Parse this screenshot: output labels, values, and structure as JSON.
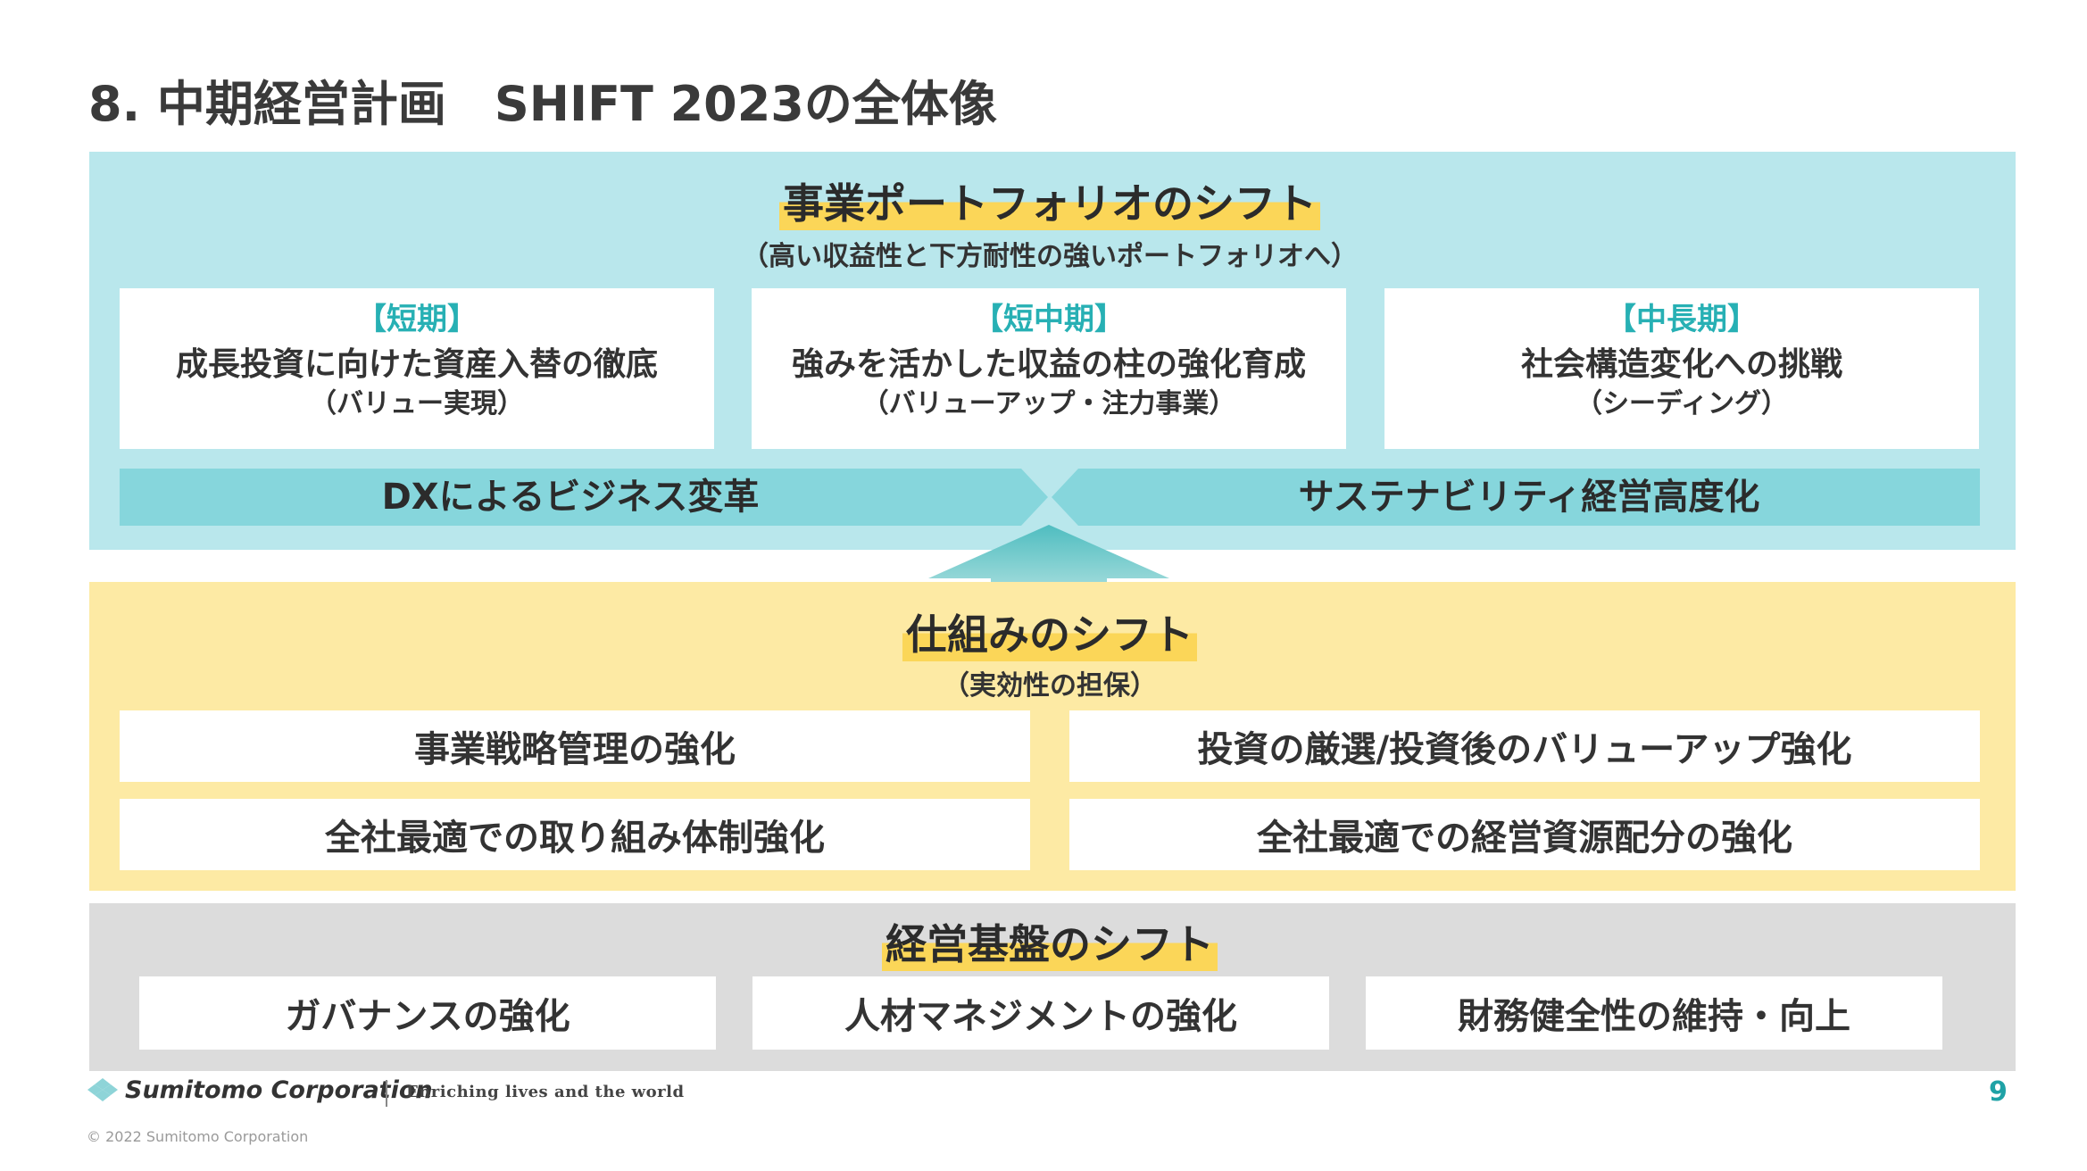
{
  "title": "8. 中期経営計画　SHIFT 2023の全体像",
  "portfolio": {
    "title": "事業ポートフォリオのシフト",
    "subtitle": "（高い収益性と下方耐性の強いポートフォリオへ）",
    "pillars": [
      {
        "term": "【短期】",
        "main": "成長投資に向けた資産入替の徹底",
        "sub": "（バリュー実現）"
      },
      {
        "term": "【短中期】",
        "main": "強みを活かした収益の柱の強化育成",
        "sub": "（バリューアップ・注力事業）"
      },
      {
        "term": "【中長期】",
        "main": "社会構造変化への挑戦",
        "sub": "（シーディング）"
      }
    ],
    "bands": [
      "DXによるビジネス変革",
      "サステナビリティ経営高度化"
    ]
  },
  "mechanism": {
    "title": "仕組みのシフト",
    "subtitle": "（実効性の担保）",
    "cells": [
      "事業戦略管理の強化",
      "投資の厳選/投資後のバリューアップ強化",
      "全社最適での取り組み体制強化",
      "全社最適での経営資源配分の強化"
    ]
  },
  "foundation": {
    "title": "経営基盤のシフト",
    "cells": [
      "ガバナンスの強化",
      "人材マネジメントの強化",
      "財務健全性の維持・向上"
    ]
  },
  "footer": {
    "brand": "Sumitomo Corporation",
    "tagline": "Enriching lives and the world",
    "copyright": "© 2022 Sumitomo Corporation",
    "page_number": "9"
  },
  "colors": {
    "teal_background": "#b9e7ec",
    "teal_band": "#86d6dc",
    "yellow_background": "#fdeaa4",
    "highlight": "#fbd658",
    "gray_background": "#dcdcdc",
    "accent": "#27b0b4"
  },
  "icons": {
    "arrow": "up-arrow-icon",
    "logo": "sumitomo-logo-icon"
  }
}
